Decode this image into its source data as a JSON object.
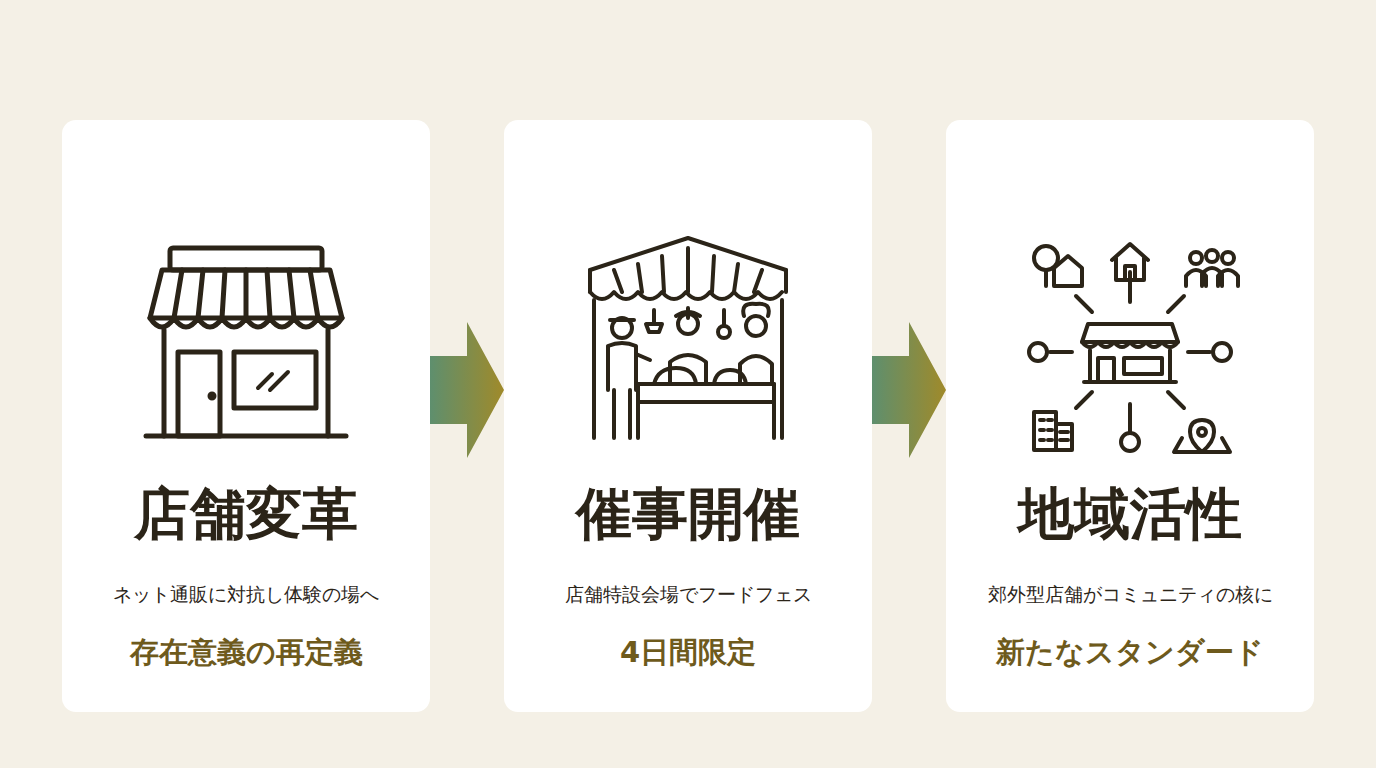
{
  "diagram": {
    "nodes": [
      {
        "text": [
          "店舗変革",
          "ネット通販に対抗し体験の場へ",
          "存在意義の再定義"
        ]
      },
      {
        "text": [
          "催事開催",
          "店舗特設会場でフードフェス",
          "4日間限定"
        ]
      },
      {
        "text": [
          "地域活性",
          "郊外型店舗がコミュニティの核に",
          "新たなスタンダード"
        ]
      }
    ],
    "edges": [
      {
        "from": 0,
        "to": 1,
        "arrow": "to"
      },
      {
        "from": 1,
        "to": 2,
        "arrow": "to"
      }
    ]
  }
}
